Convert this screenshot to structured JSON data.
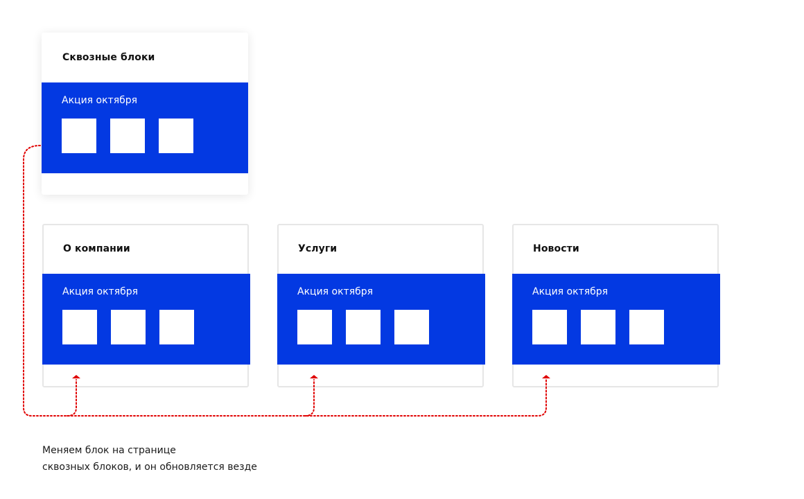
{
  "master": {
    "title": "Сквозные блоки",
    "promo_label": "Акция октября"
  },
  "pages": [
    {
      "title": "О компании",
      "promo_label": "Акция октября"
    },
    {
      "title": "Услуги",
      "promo_label": "Акция октября"
    },
    {
      "title": "Новости",
      "promo_label": "Акция октября"
    }
  ],
  "caption": {
    "line1": "Меняем блок на странице",
    "line2": "сквозных блоков, и он обновляется везде"
  },
  "colors": {
    "promo_background": "#0339e2",
    "connector": "#e00000",
    "tile": "#ffffff"
  }
}
